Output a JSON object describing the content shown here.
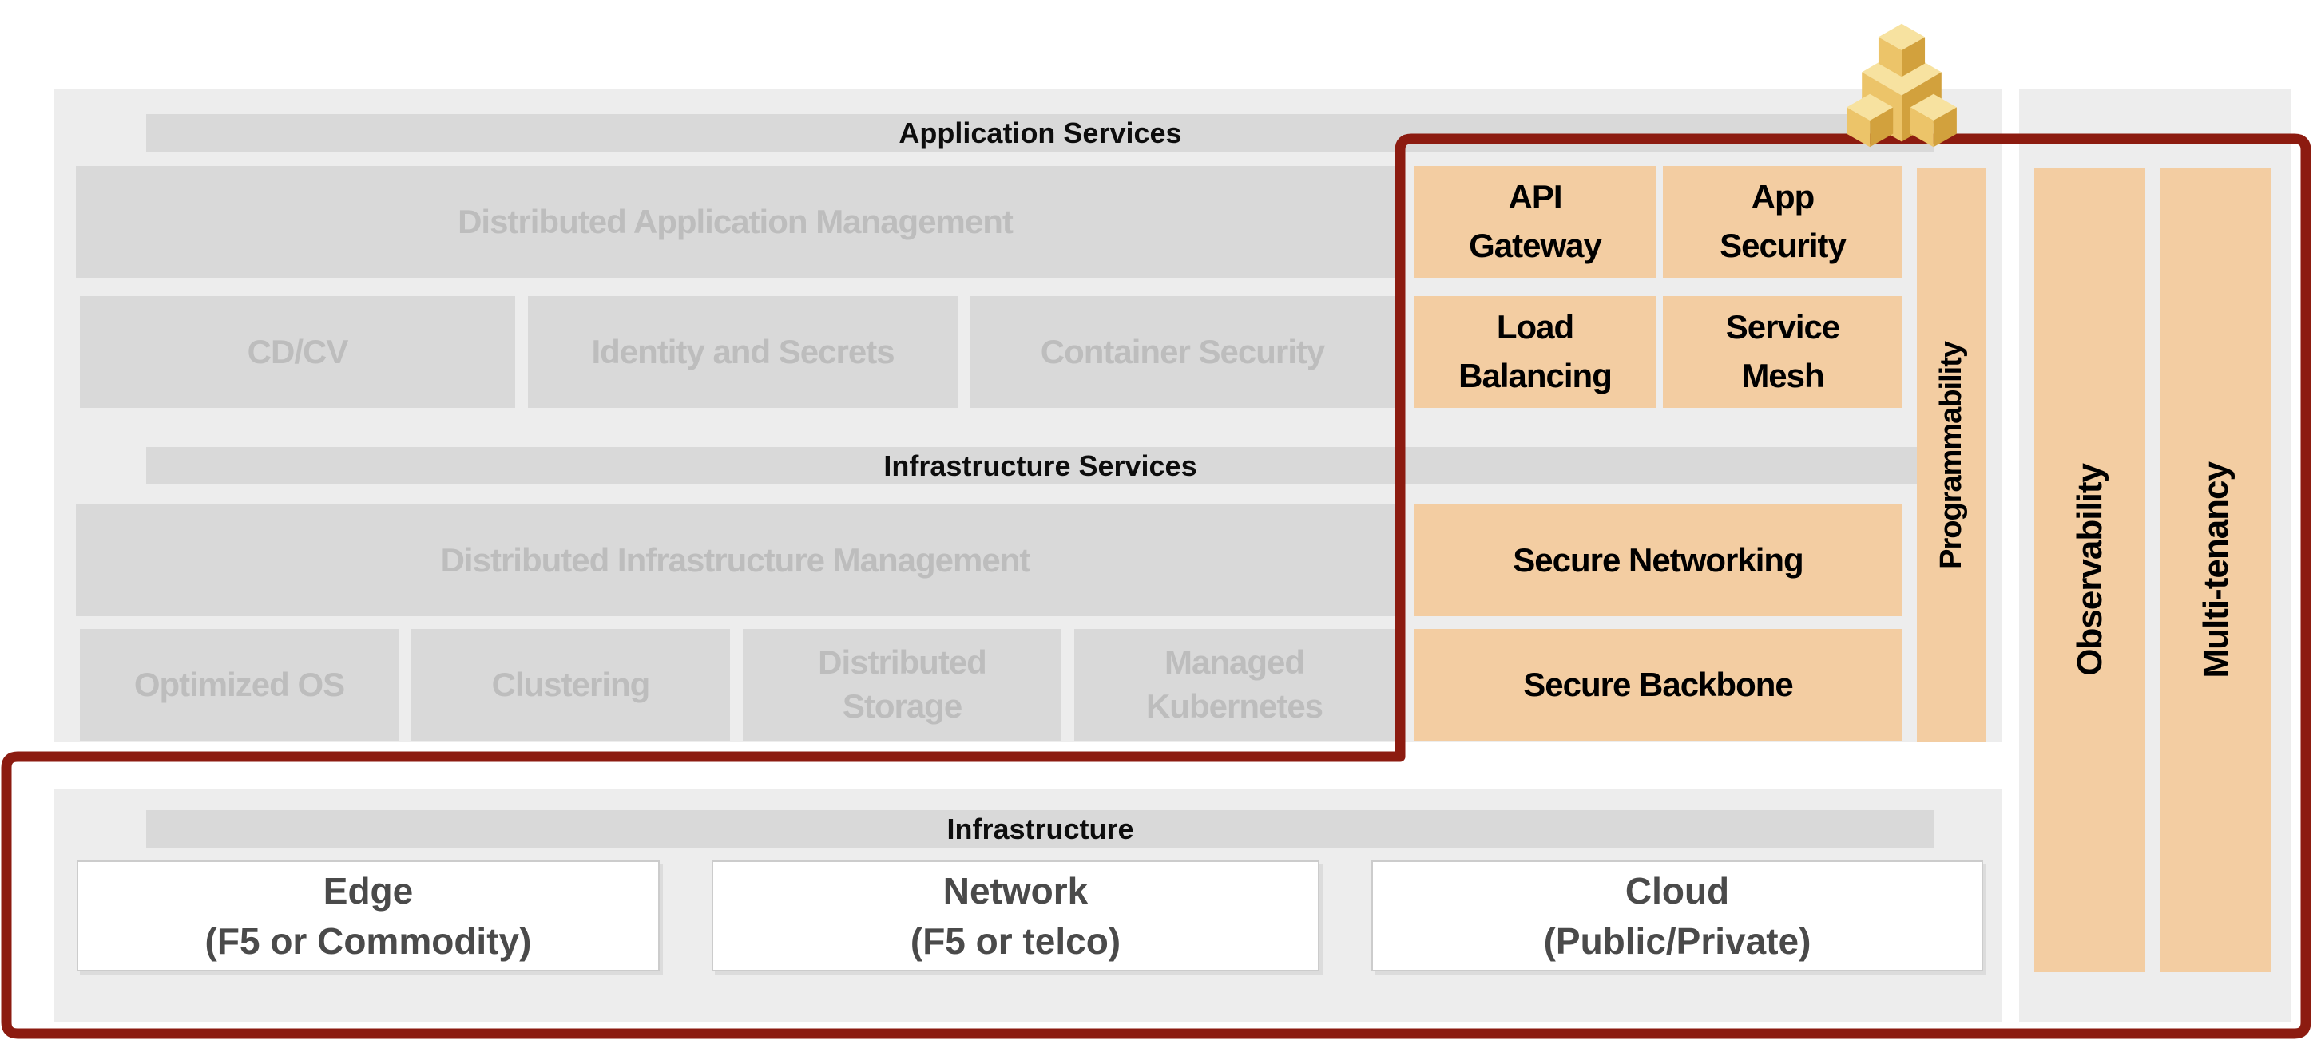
{
  "sections": {
    "application_services": {
      "header": "Application Services",
      "dimmed": {
        "management": "Distributed Application Management",
        "row": [
          "CD/CV",
          "Identity and Secrets",
          "Container Security"
        ]
      },
      "highlighted": [
        "API Gateway",
        "App Security",
        "Load Balancing",
        "Service Mesh"
      ]
    },
    "infrastructure_services": {
      "header": "Infrastructure Services",
      "dimmed": {
        "management": "Distributed Infrastructure Management",
        "row": [
          "Optimized OS",
          "Clustering",
          "Distributed Storage",
          "Managed Kubernetes"
        ]
      },
      "highlighted": [
        "Secure Networking",
        "Secure Backbone"
      ]
    },
    "infrastructure": {
      "header": "Infrastructure",
      "boxes": [
        {
          "title": "Edge",
          "subtitle": "(F5 or Commodity)"
        },
        {
          "title": "Network",
          "subtitle": "(F5 or telco)"
        },
        {
          "title": "Cloud",
          "subtitle": "(Public/Private)"
        }
      ]
    },
    "cross_cutting": {
      "programmability": "Programmability",
      "observability": "Observability",
      "multi_tenancy": "Multi-tenancy"
    }
  },
  "icon": {
    "name": "golden-cubes-logo"
  },
  "colors": {
    "highlight_fill": "#F3CDA2",
    "outline_stroke": "#8C1B10",
    "panel_fill": "#EDEDED",
    "dimmed_fill": "#D9D9D9",
    "dimmed_text": "#BDBDBD",
    "cube_top": "#F7E2A0",
    "cube_left": "#ECC469",
    "cube_right": "#D2A13D"
  }
}
